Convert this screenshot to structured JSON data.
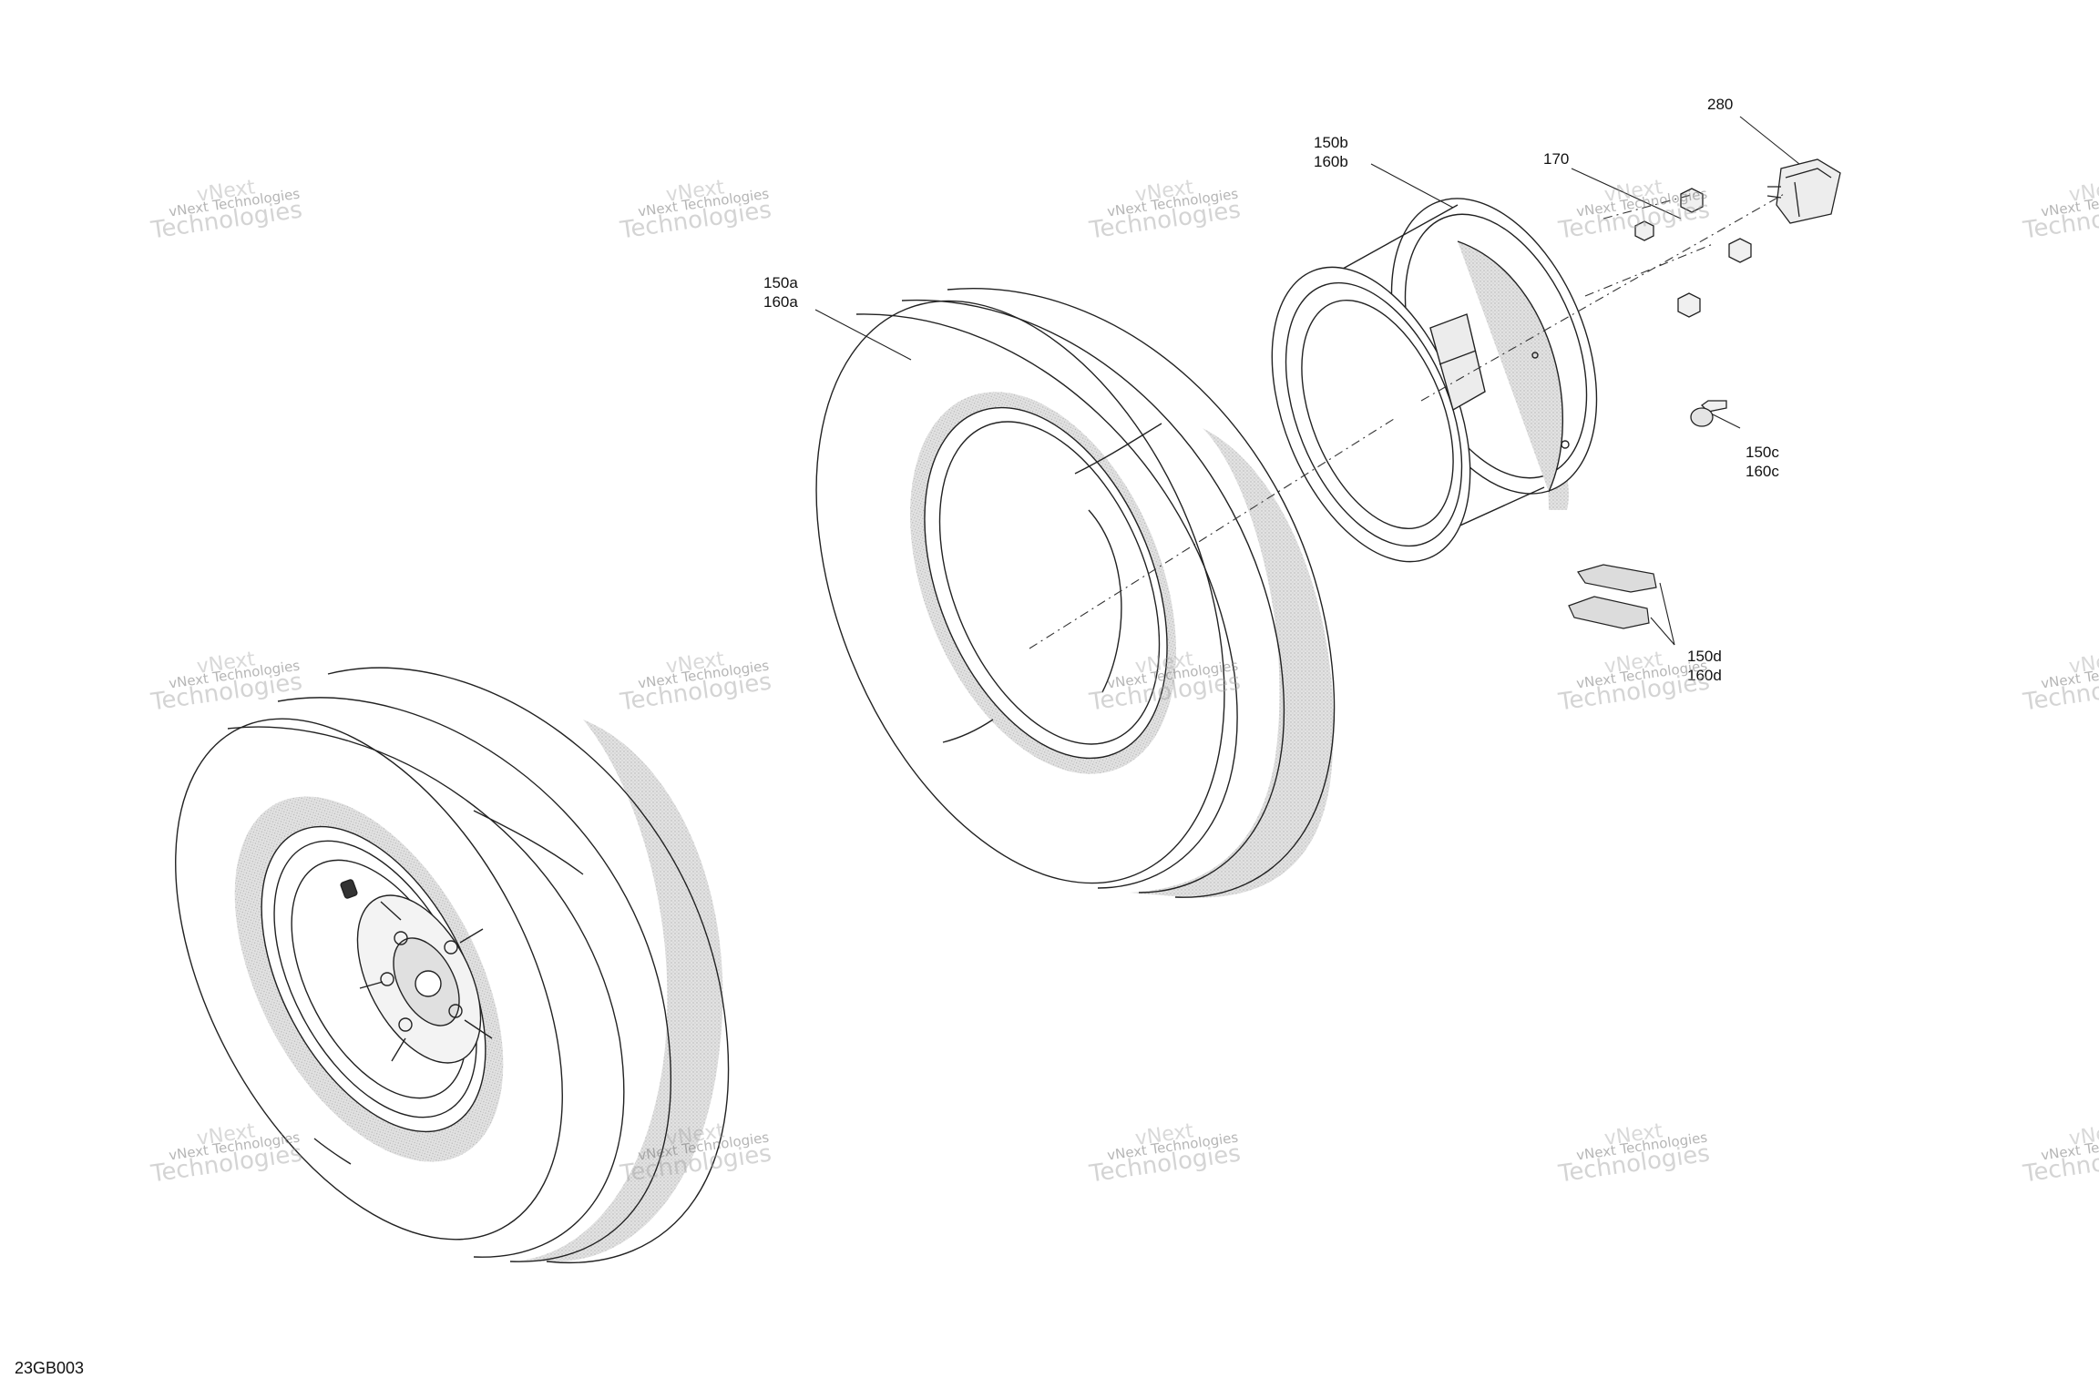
{
  "drawing_id": "23GB003",
  "callouts": {
    "c150a": [
      "150a",
      "160a"
    ],
    "c150b": [
      "150b",
      "160b"
    ],
    "c150c": [
      "150c",
      "160c"
    ],
    "c150d": [
      "150d",
      "160d"
    ],
    "c170": [
      "170"
    ],
    "c280": [
      "280"
    ]
  },
  "watermark": {
    "brand": "vNext",
    "line1": "vNext Technologies",
    "line2": "Technologies"
  },
  "colors": {
    "line": "#222222",
    "shade": "#d4d4d4",
    "watermark": "#8a8a8a"
  }
}
